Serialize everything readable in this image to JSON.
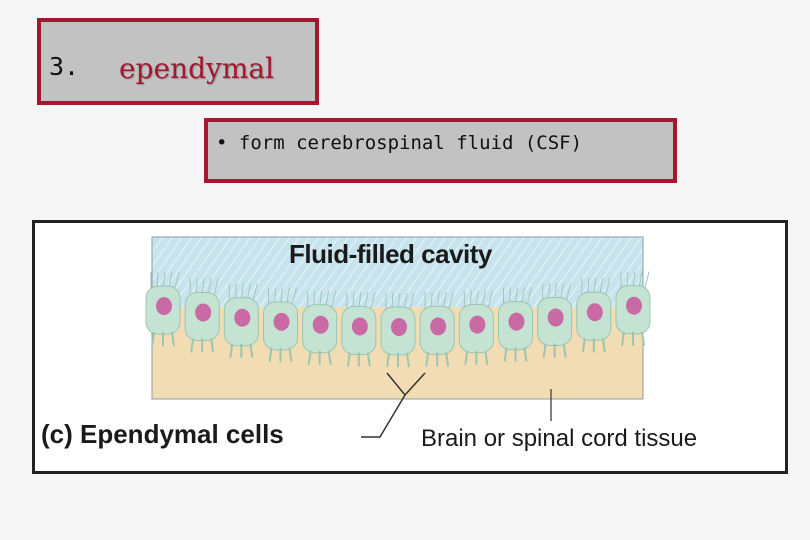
{
  "slide": {
    "number": "3.",
    "term": "ependymal",
    "bullet": "• form cerebrospinal fluid (CSF)"
  },
  "figure": {
    "cavity_label": "Fluid-filled cavity",
    "caption": "(c) Ependymal cells",
    "tissue_label": "Brain or spinal cord tissue",
    "colors": {
      "cavity": "#c7e4ee",
      "tissue": "#f2dcb3",
      "cell": "#c5e3d3",
      "nucleus": "#c96aa4",
      "frame_border": "#a3182f"
    }
  }
}
